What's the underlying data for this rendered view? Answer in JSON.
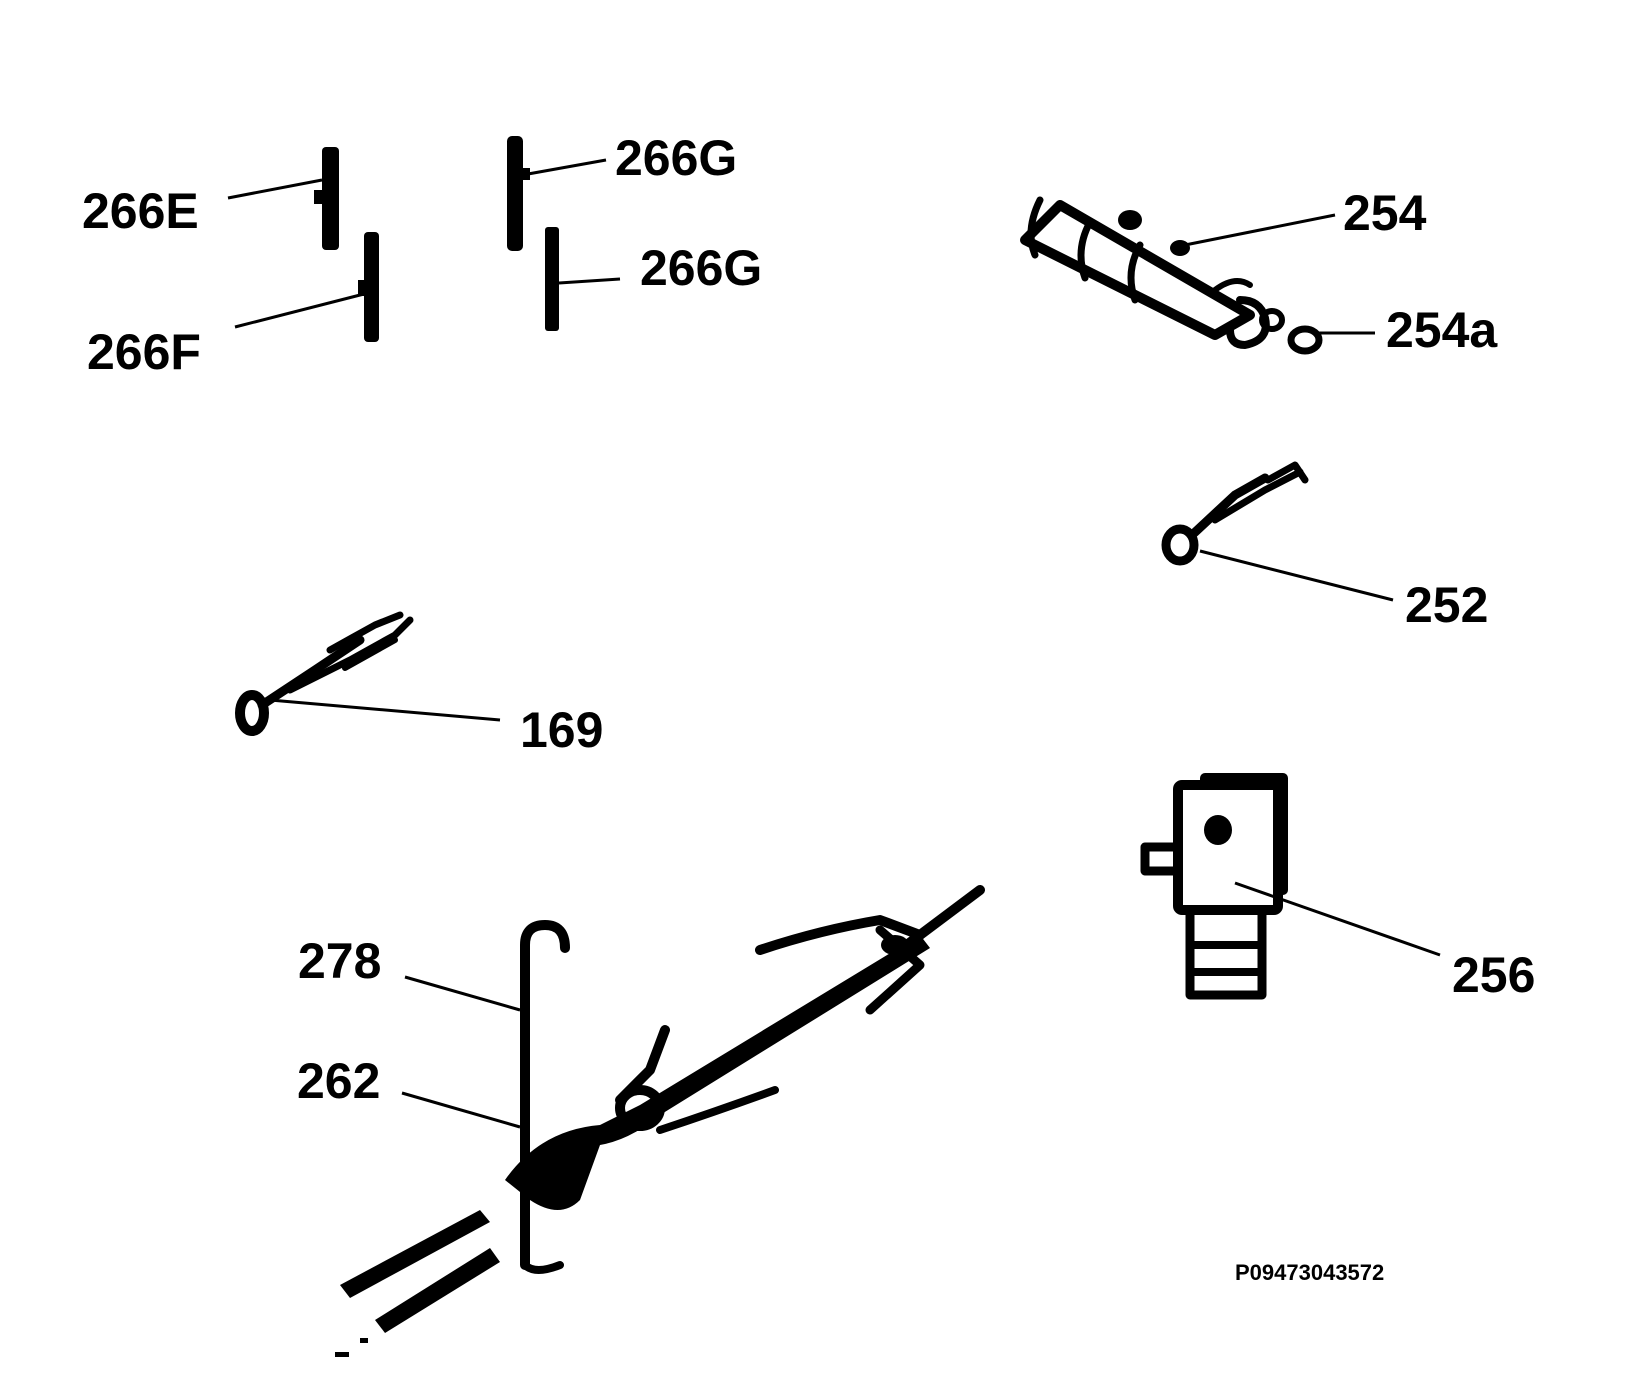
{
  "labels": {
    "l266e": "266E",
    "l266g_a": "266G",
    "l266g_b": "266G",
    "l266f": "266F",
    "l254": "254",
    "l254a": "254a",
    "l252": "252",
    "l169": "169",
    "l256": "256",
    "l278": "278",
    "l262": "262"
  },
  "reference_code": "P09473043572"
}
